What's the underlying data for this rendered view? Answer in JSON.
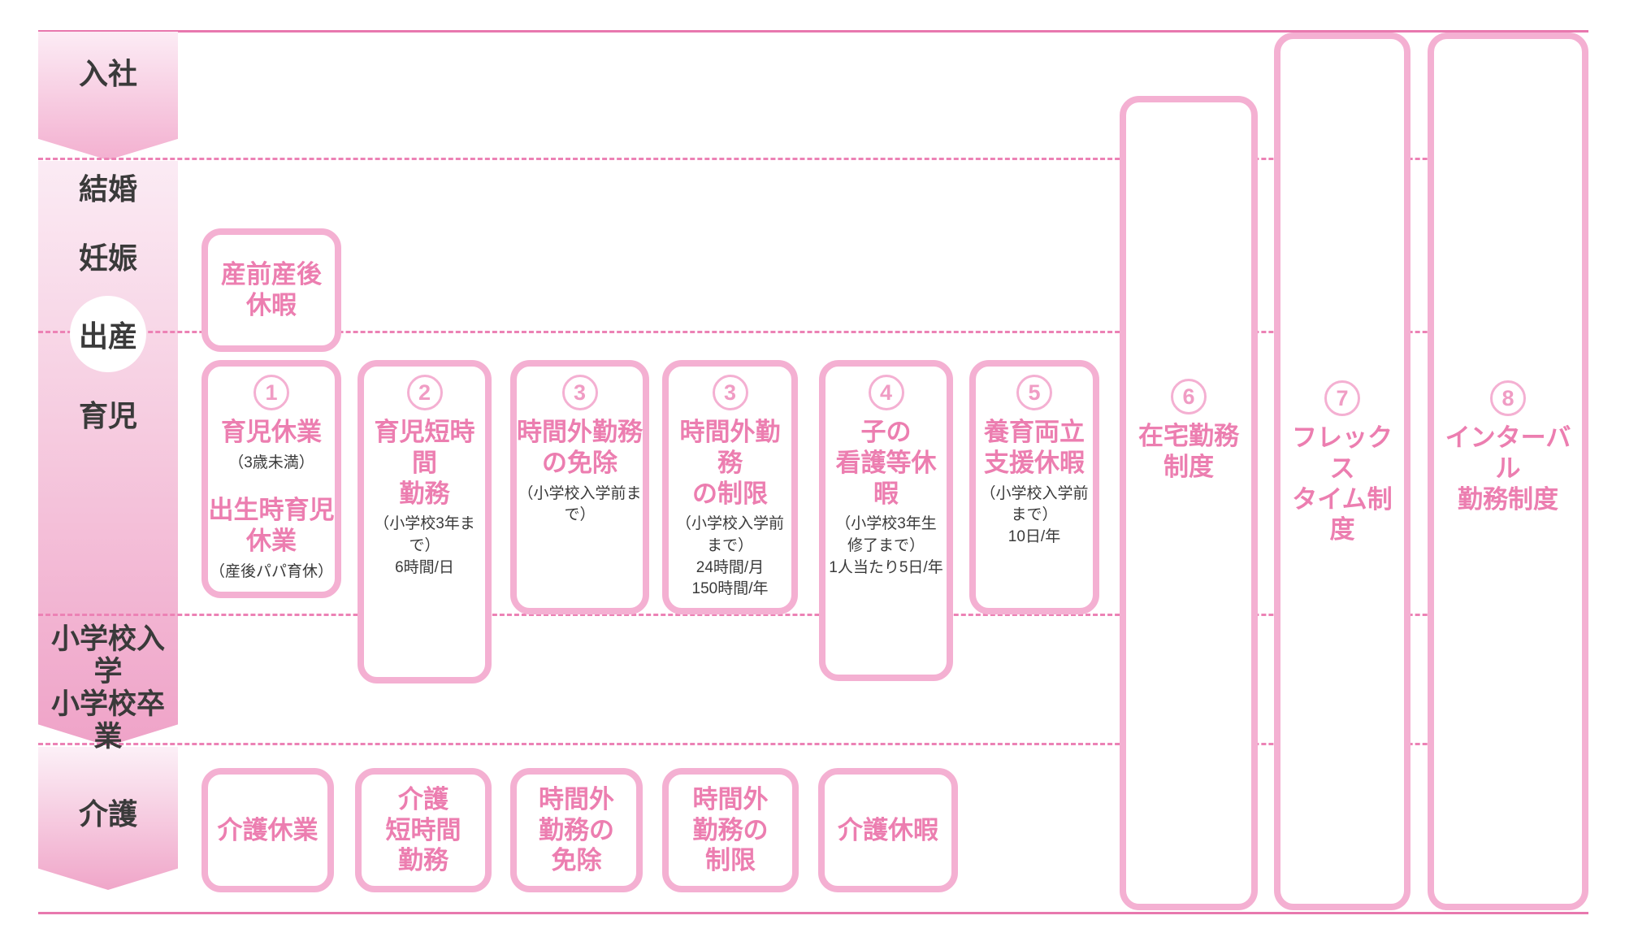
{
  "colors": {
    "box_border_pink": "#f4b0d2",
    "title_pink": "#ec7eb0",
    "circled_number_pink": "#f09cc4",
    "dashed_line_pink": "#ec82b5",
    "frame_line_pink": "#e878ae",
    "ribbon_gradient_top": "#fcecf5",
    "ribbon_gradient_bottom": "#efa3c8",
    "stage_text": "#3a3a3a"
  },
  "ribbon": {
    "stages": [
      {
        "label": "入社"
      },
      {
        "label": "結婚"
      },
      {
        "label": "妊娠"
      },
      {
        "label": "出産"
      },
      {
        "label": "育児"
      },
      {
        "label": "小学校入学"
      },
      {
        "label": "小学校卒業"
      },
      {
        "label": "介護"
      }
    ]
  },
  "programs": {
    "maternity": {
      "title": "産前産後\n休暇"
    },
    "childcare": [
      {
        "number": "1",
        "title": "育児休業",
        "note": "（3歳未満）",
        "title2": "出生時育児\n休業",
        "note2": "（産後パパ育休）"
      },
      {
        "number": "2",
        "title": "育児短時間\n勤務",
        "note": "（小学校3年まで）\n6時間/日"
      },
      {
        "number": "3",
        "title": "時間外勤務\nの免除",
        "note": "（小学校入学前まで）"
      },
      {
        "number": "3",
        "title": "時間外勤務\nの制限",
        "note": "（小学校入学前まで）\n24時間/月\n150時間/年"
      },
      {
        "number": "4",
        "title": "子の\n看護等休暇",
        "note": "（小学校3年生\n修了まで）\n1人当たり5日/年"
      },
      {
        "number": "5",
        "title": "養育両立\n支援休暇",
        "note": "（小学校入学前まで）\n10日/年"
      }
    ],
    "care": [
      {
        "title": "介護休業"
      },
      {
        "title": "介護\n短時間\n勤務"
      },
      {
        "title": "時間外\n勤務の\n免除"
      },
      {
        "title": "時間外\n勤務の\n制限"
      },
      {
        "title": "介護休暇"
      }
    ],
    "anytime": [
      {
        "number": "6",
        "title": "在宅勤務\n制度"
      },
      {
        "number": "7",
        "title": "フレックス\nタイム制度"
      },
      {
        "number": "8",
        "title": "インターバル\n勤務制度"
      }
    ]
  }
}
